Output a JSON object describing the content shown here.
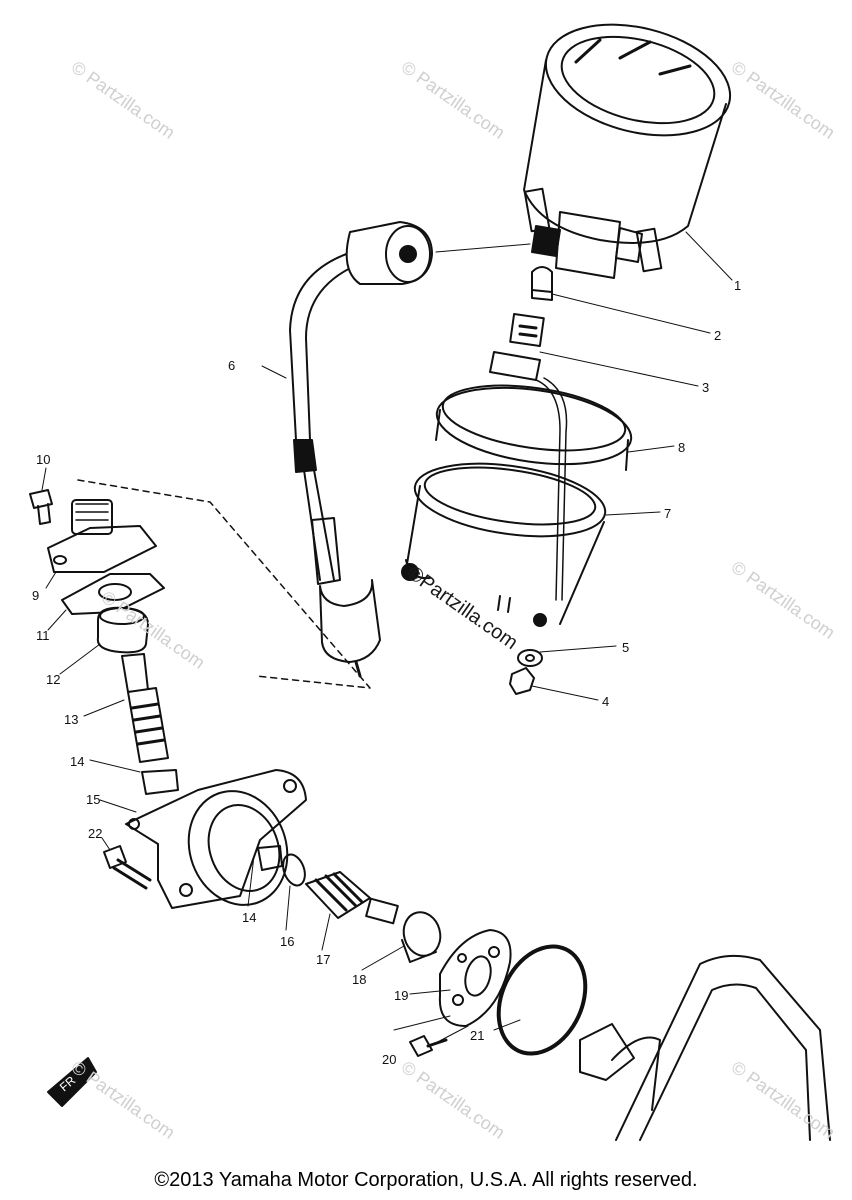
{
  "callouts": [
    "1",
    "2",
    "3",
    "4",
    "5",
    "6",
    "7",
    "8",
    "9",
    "10",
    "11",
    "12",
    "13",
    "14",
    "14",
    "15",
    "16",
    "17",
    "18",
    "19",
    "20",
    "21",
    "22"
  ],
  "watermark": "© Partzilla.com",
  "watermark_center": "©Partzilla.com",
  "front_mark": "FR",
  "copyright": "©2013 Yamaha Motor Corporation, U.S.A. All rights reserved."
}
